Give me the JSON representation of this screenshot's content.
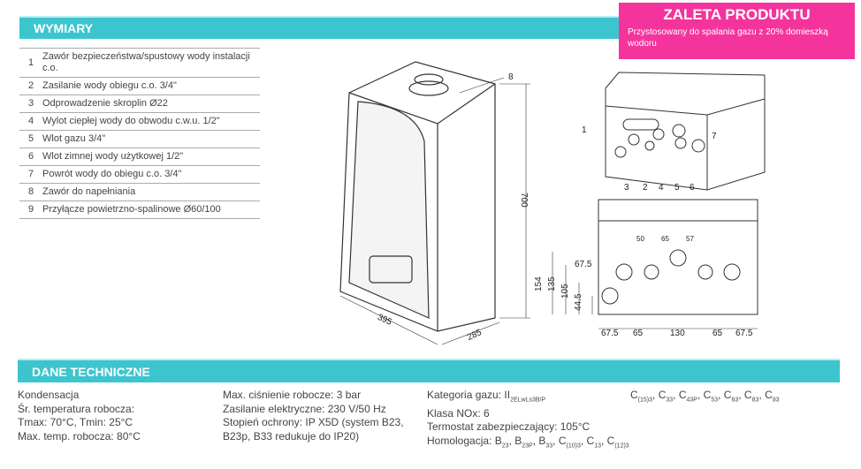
{
  "promo": {
    "title": "ZALETA PRODUKTU",
    "text": "Przystosowany do spalania gazu z 20% domieszką wodoru"
  },
  "wymiary": {
    "title": "WYMIARY",
    "items": [
      {
        "n": "1",
        "label": "Zawór bezpieczeństwa/spustowy wody instalacji c.o."
      },
      {
        "n": "2",
        "label": "Zasilanie wody obiegu c.o. 3/4\""
      },
      {
        "n": "3",
        "label": "Odprowadzenie skroplin Ø22"
      },
      {
        "n": "4",
        "label": "Wylot ciepłej wody do obwodu c.w.u. 1/2\""
      },
      {
        "n": "5",
        "label": "Wlot gazu 3/4\""
      },
      {
        "n": "6",
        "label": "Wlot zimnej wody użytkowej 1/2\""
      },
      {
        "n": "7",
        "label": "Powrót wody do obiegu c.o. 3/4\""
      },
      {
        "n": "8",
        "label": "Zawór do napełniania"
      },
      {
        "n": "9",
        "label": "Przyłącze powietrzno-spalinowe Ø60/100"
      }
    ]
  },
  "drawing": {
    "height": "700",
    "width": "395",
    "depth": "285",
    "callout8": "8",
    "front_callouts": [
      "1",
      "3",
      "2",
      "4",
      "5",
      "6",
      "7"
    ],
    "bottom_dims": [
      "67.5",
      "65",
      "130",
      "65",
      "67.5"
    ],
    "top_dims": [
      "50",
      "65",
      "57"
    ],
    "left_dims": [
      "67.5",
      "154",
      "135",
      "105",
      "44.5"
    ]
  },
  "dane": {
    "title": "DANE TECHNICZNE",
    "col1": [
      "Kondensacja",
      "Śr. temperatura robocza:",
      "Tmax: 70°C, Tmin: 25°C",
      "Max. temp. robocza: 80°C"
    ],
    "col2": [
      "Max. ciśnienie robocze: 3 bar",
      "Zasilanie elektryczne: 230 V/50 Hz",
      "Stopień ochrony: IP X5D (system B23,",
      "B23p, B33 redukuje do IP20)"
    ],
    "col3": {
      "gas_label": "Kategoria gazu: II",
      "gas_sub": "2ELwLs3B/P",
      "nox": "Klasa NOx: 6",
      "thermostat": "Termostat zabezpieczający: 105°C",
      "homolog_label": "Homologacja: ",
      "homolog": [
        [
          "B",
          "23"
        ],
        [
          "B",
          "23P"
        ],
        [
          "B",
          "33"
        ],
        [
          "C",
          "(10)3"
        ],
        [
          "C",
          "13"
        ],
        [
          "C",
          "(12)3"
        ]
      ]
    },
    "col4": [
      [
        "C",
        "(15)3"
      ],
      [
        "C",
        "33"
      ],
      [
        "C",
        "43P"
      ],
      [
        "C",
        "53"
      ],
      [
        "C",
        "63"
      ],
      [
        "C",
        "83"
      ],
      [
        "C",
        "93"
      ]
    ]
  }
}
